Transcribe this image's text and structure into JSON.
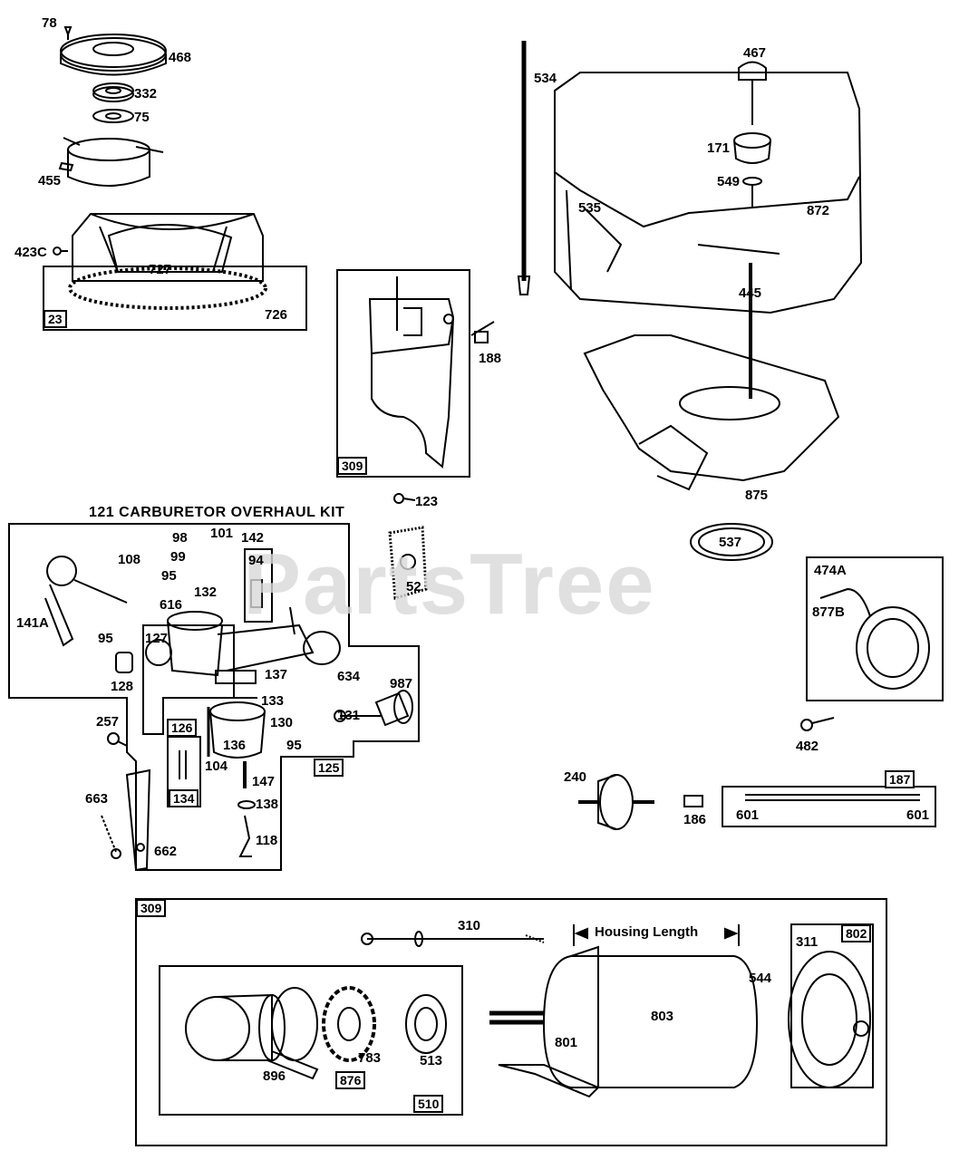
{
  "watermark": "PartsTree",
  "kit_title": "121 CARBURETOR OVERHAUL KIT",
  "housing_length": "Housing Length",
  "callouts": {
    "p78": "78",
    "p468": "468",
    "p332": "332",
    "p75": "75",
    "p455": "455",
    "p423C": "423C",
    "p727": "727",
    "p726": "726",
    "p23": "23",
    "p534": "534",
    "p467": "467",
    "p171": "171",
    "p549": "549",
    "p872": "872",
    "p535": "535",
    "p445": "445",
    "p188": "188",
    "p309a": "309",
    "p875": "875",
    "p123": "123",
    "p52": "52",
    "p537": "537",
    "p474A": "474A",
    "p877B": "877B",
    "p482": "482",
    "p98": "98",
    "p101": "101",
    "p142": "142",
    "p99": "99",
    "p108": "108",
    "p95a": "95",
    "p94": "94",
    "p132": "132",
    "p141A": "141A",
    "p616": "616",
    "p95b": "95",
    "p127": "127",
    "p128": "128",
    "p137": "137",
    "p634": "634",
    "p987": "987",
    "p133": "133",
    "p131": "131",
    "p126": "126",
    "p130": "130",
    "p95c": "95",
    "p136": "136",
    "p257": "257",
    "p104": "104",
    "p125": "125",
    "p147": "147",
    "p663": "663",
    "p134": "134",
    "p138": "138",
    "p118": "118",
    "p662": "662",
    "p240": "240",
    "p186": "186",
    "p187": "187",
    "p601a": "601",
    "p601b": "601",
    "p309b": "309",
    "p310": "310",
    "p311": "311",
    "p802": "802",
    "p544": "544",
    "p803": "803",
    "p801": "801",
    "p896": "896",
    "p783": "783",
    "p876": "876",
    "p513": "513",
    "p510": "510"
  }
}
